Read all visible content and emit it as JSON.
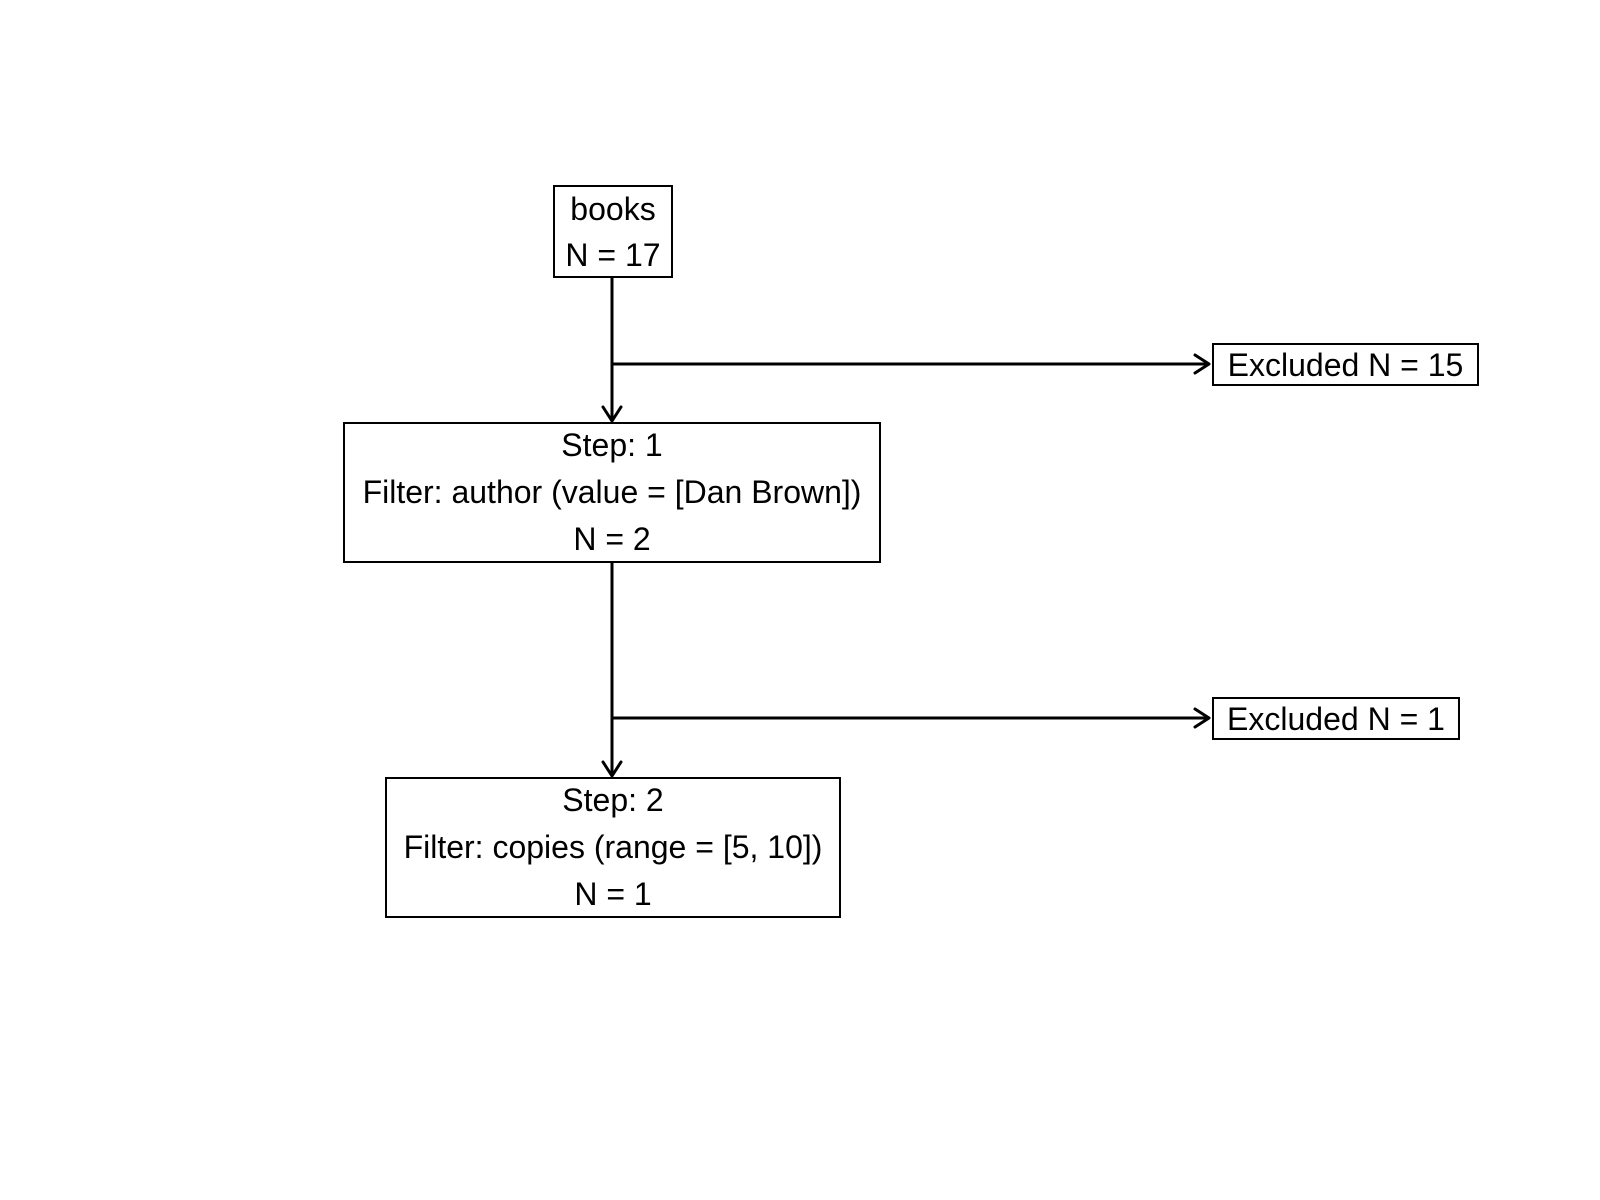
{
  "colors": {
    "background": "#ffffff",
    "line": "#000000",
    "text": "#000000",
    "box_border": "#000000",
    "box_fill": "#ffffff"
  },
  "diagram": {
    "type": "filter-flowchart",
    "nodes": {
      "source": {
        "lines": [
          "books",
          "N = 17"
        ]
      },
      "step1": {
        "lines": [
          "Step: 1",
          "Filter: author (value = [Dan Brown])",
          "N = 2"
        ]
      },
      "excluded1": {
        "label": "Excluded N = 15"
      },
      "step2": {
        "lines": [
          "Step: 2",
          "Filter: copies (range = [5, 10])",
          "N = 1"
        ]
      },
      "excluded2": {
        "label": "Excluded N = 1"
      }
    },
    "edges": [
      {
        "from": "source",
        "to": "step1"
      },
      {
        "from": "source-step1-branch",
        "to": "excluded1"
      },
      {
        "from": "step1",
        "to": "step2"
      },
      {
        "from": "step1-step2-branch",
        "to": "excluded2"
      }
    ]
  }
}
